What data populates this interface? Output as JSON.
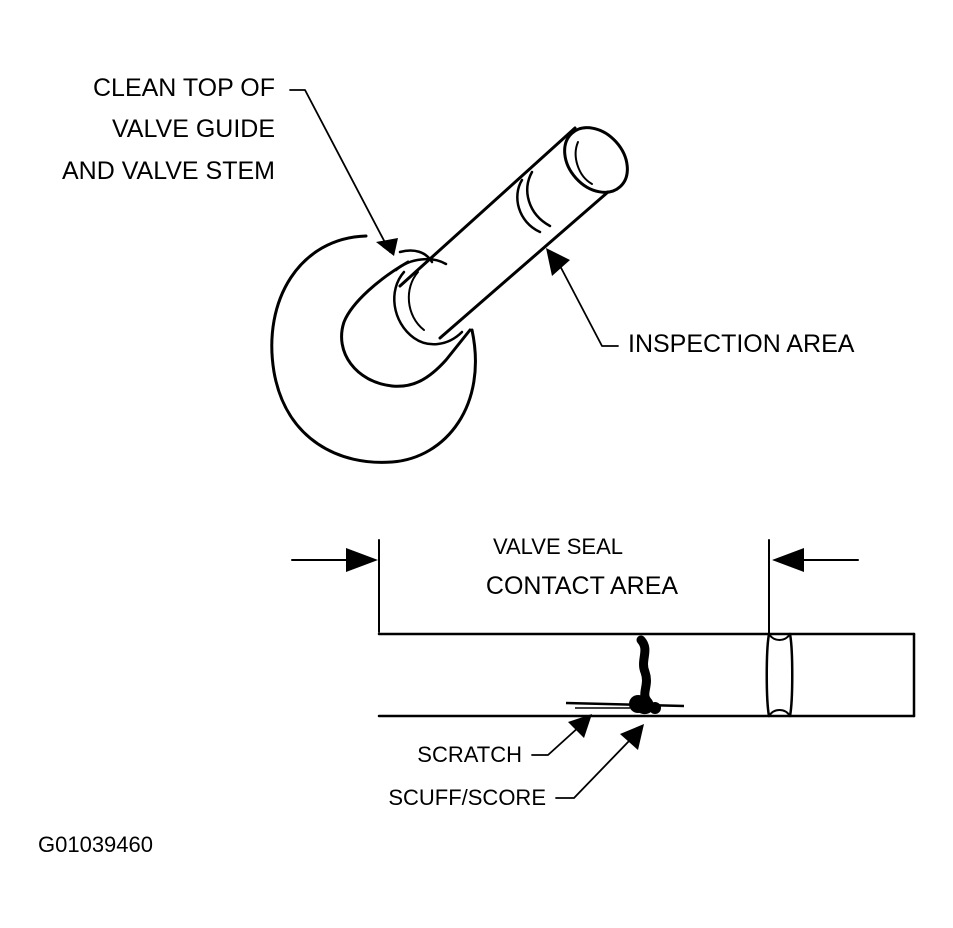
{
  "labels": {
    "clean_top": [
      "CLEAN TOP OF",
      "VALVE GUIDE",
      "AND VALVE STEM"
    ],
    "inspection_area": "INSPECTION AREA",
    "seal_contact": [
      "VALVE SEAL",
      "CONTACT AREA"
    ],
    "scratch": "SCRATCH",
    "scuff_score": "SCUFF/SCORE",
    "figure_id": "G01039460"
  },
  "colors": {
    "ink": "#000000",
    "background": "#ffffff"
  }
}
